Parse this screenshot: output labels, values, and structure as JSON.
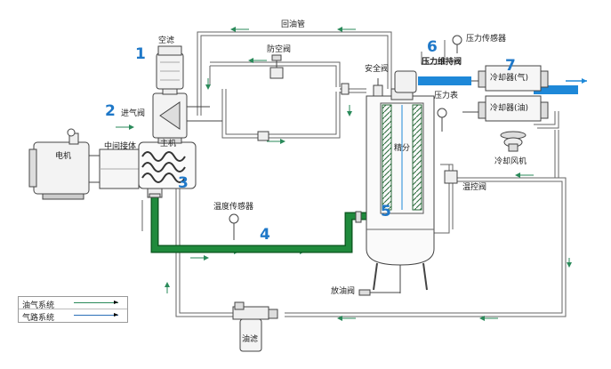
{
  "labels": {
    "return_oil_pipe": "回油管",
    "air_filter": "空滤",
    "vent_valve": "防空阀",
    "safety_valve": "安全阀",
    "pressure_sensor": "压力传感器",
    "min_pressure_valve": "压力维持阀",
    "pressure_gauge": "压力表",
    "cooler_gas": "冷却器(气)",
    "cooler_oil": "冷却器(油)",
    "cooling_fan": "冷却风机",
    "intake_valve": "进气阀",
    "motor": "电机",
    "coupling": "中间接体",
    "main_unit": "主机",
    "separator_core": "精分",
    "temp_sensor": "温度传感器",
    "thermo_valve": "温控阀",
    "drain_valve": "放油阀",
    "oil_filter": "油滤"
  },
  "numbers": {
    "n1": "1",
    "n2": "2",
    "n3": "3",
    "n4": "4",
    "n5": "5",
    "n6": "6",
    "n7": "7"
  },
  "legend": {
    "oil_gas": "油气系统",
    "air": "气路系统"
  },
  "colors": {
    "oil_pipe": "#1f8a3c",
    "air_pipe": "#1e88d8",
    "number": "#1f78c8",
    "line": "#555555"
  }
}
